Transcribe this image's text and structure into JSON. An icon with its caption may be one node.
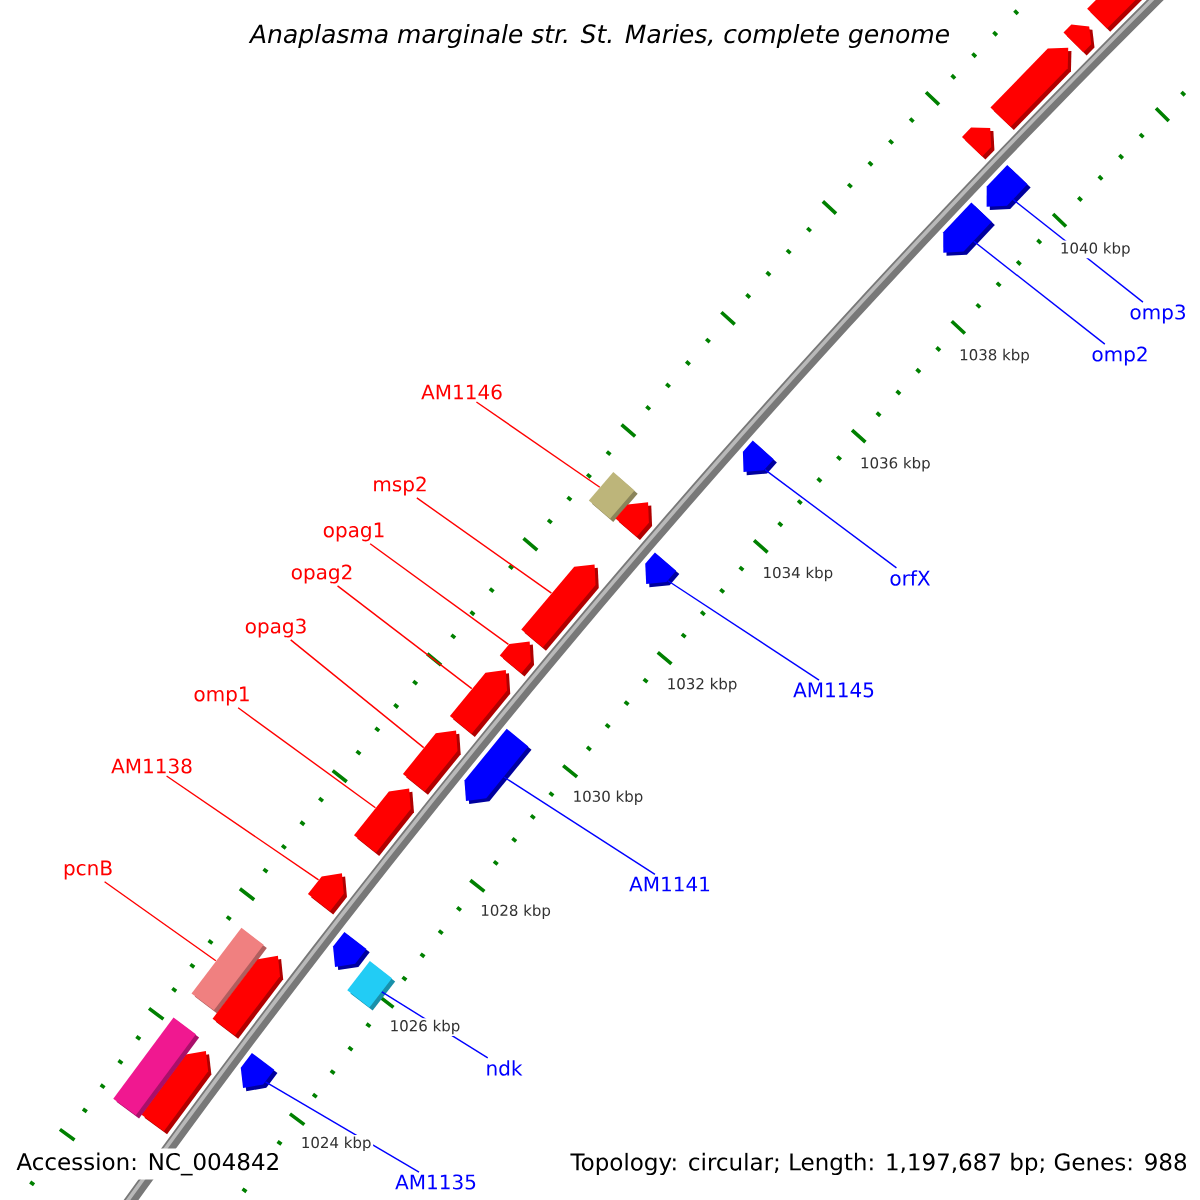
{
  "diagram": {
    "title": "Anaplasma marginale str. St. Maries, complete genome",
    "nodes": [
      {
        "text": [
          "AM1146"
        ]
      },
      {
        "text": [
          "msp2"
        ]
      },
      {
        "text": [
          "opag1"
        ]
      },
      {
        "text": [
          "opag2"
        ]
      },
      {
        "text": [
          "opag3"
        ]
      },
      {
        "text": [
          "omp1"
        ]
      },
      {
        "text": [
          "AM1138"
        ]
      },
      {
        "text": [
          "pcnB"
        ]
      },
      {
        "text": [
          "omp3"
        ]
      },
      {
        "text": [
          "omp2"
        ]
      },
      {
        "text": [
          "orfX"
        ]
      },
      {
        "text": [
          "AM1145"
        ]
      },
      {
        "text": [
          "AM1141"
        ]
      },
      {
        "text": [
          "ndk"
        ]
      },
      {
        "text": [
          "AM1135"
        ]
      },
      {
        "text": [],
        "shape": "box"
      },
      {
        "text": [],
        "shape": "arrow"
      },
      {
        "text": [],
        "shape": "arrow"
      },
      {
        "text": [],
        "shape": "arrow"
      },
      {
        "text": [],
        "shape": "arrow"
      },
      {
        "text": [],
        "shape": "arrow"
      },
      {
        "text": [],
        "shape": "arrow"
      },
      {
        "text": [],
        "shape": "box"
      },
      {
        "text": [],
        "shape": "arrow"
      },
      {
        "text": [],
        "shape": "arrow"
      },
      {
        "text": [],
        "shape": "arrow"
      },
      {
        "text": [],
        "shape": "arrow"
      },
      {
        "text": [],
        "shape": "arrow"
      },
      {
        "text": [],
        "shape": "box"
      },
      {
        "text": [],
        "shape": "arrow"
      },
      {
        "text": [],
        "shape": "arrow"
      },
      {
        "text": [],
        "shape": "arrow"
      },
      {
        "text": [],
        "shape": "arrow"
      },
      {
        "text": [],
        "shape": "arrow"
      },
      {
        "text": [],
        "shape": "arrow"
      },
      {
        "text": [],
        "shape": "arrow"
      },
      {
        "text": [],
        "shape": "arrow"
      },
      {
        "text": [],
        "shape": "arrow"
      },
      {
        "text": [],
        "shape": "box"
      }
    ],
    "edges": [
      {
        "from": 0,
        "to": 15,
        "arrow": "none"
      },
      {
        "from": 1,
        "to": 16,
        "arrow": "none"
      },
      {
        "from": 2,
        "to": 17,
        "arrow": "none"
      },
      {
        "from": 3,
        "to": 18,
        "arrow": "none"
      },
      {
        "from": 4,
        "to": 19,
        "arrow": "none"
      },
      {
        "from": 5,
        "to": 20,
        "arrow": "none"
      },
      {
        "from": 6,
        "to": 21,
        "arrow": "none"
      },
      {
        "from": 7,
        "to": 22,
        "arrow": "none"
      },
      {
        "from": 8,
        "to": 23,
        "arrow": "none",
        "color": "#0000ff"
      },
      {
        "from": 9,
        "to": 24,
        "arrow": "none",
        "color": "#0000ff"
      },
      {
        "from": 10,
        "to": 25,
        "arrow": "none",
        "color": "#0000ff"
      },
      {
        "from": 11,
        "to": 26,
        "arrow": "none",
        "color": "#0000ff"
      },
      {
        "from": 12,
        "to": 27,
        "arrow": "none",
        "color": "#0000ff"
      },
      {
        "from": 13,
        "to": 28,
        "arrow": "none",
        "color": "#0000ff"
      },
      {
        "from": 14,
        "to": 29,
        "arrow": "none",
        "color": "#0000ff"
      }
    ],
    "labels": [
      "1040 kbp",
      "1038 kbp",
      "1036 kbp",
      "1034 kbp",
      "1032 kbp",
      "1030 kbp",
      "1028 kbp",
      "1026 kbp",
      "1024 kbp",
      "Accession: NC_004842",
      "Topology: circular; Length: 1,197,687 bp; Genes: 988"
    ]
  }
}
